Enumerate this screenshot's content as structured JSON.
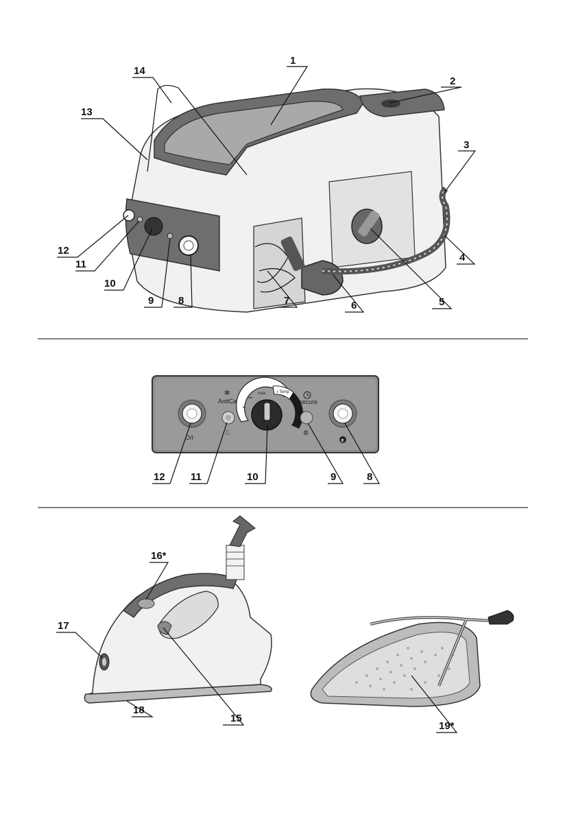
{
  "callouts": {
    "c1": "1",
    "c2": "2",
    "c3": "3",
    "c4": "4",
    "c5": "5",
    "c6": "6",
    "c7": "7",
    "c8": "8",
    "c9": "9",
    "c10": "10",
    "c11": "11",
    "c12": "12",
    "c13": "13",
    "c14": "14",
    "p8": "8",
    "p9": "9",
    "p10": "10",
    "p11": "11",
    "p12": "12",
    "c15": "15",
    "c16": "16*",
    "c17": "17",
    "c18": "18",
    "c19": "19*"
  },
  "panel": {
    "power_label": "O/I",
    "anticalc_label": "AntiCalc",
    "secure_label": "secure",
    "eco_label": "e",
    "dial_itemp": "i-Temp",
    "dial_max": "max",
    "dial_dots_3": "•••",
    "dial_dots_2": "••"
  },
  "colors": {
    "housing": "#f1f1f1",
    "accent_grey": "#6e6e6e",
    "outline": "#333333"
  }
}
